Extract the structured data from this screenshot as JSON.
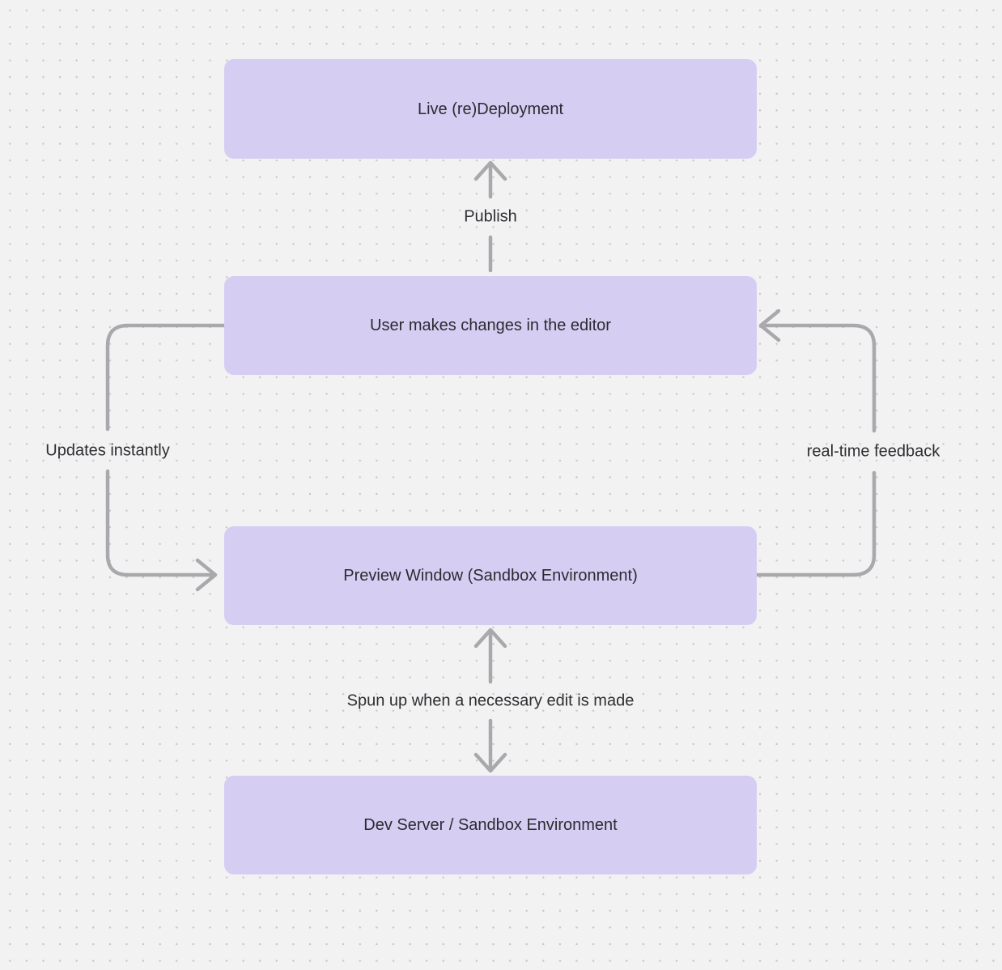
{
  "canvas": {
    "background_color": "#f2f2f3",
    "dot_color": "#c7c7cb",
    "node_fill_color": "#d6cdf2",
    "node_text_color": "#2b2b31",
    "arrow_color": "#a9a9ad"
  },
  "nodes": [
    {
      "id": "live-deployment",
      "label": "Live (re)Deployment"
    },
    {
      "id": "editor",
      "label": "User makes changes in the editor"
    },
    {
      "id": "preview-window",
      "label": "Preview Window (Sandbox Environment)"
    },
    {
      "id": "dev-server",
      "label": "Dev Server / Sandbox Environment"
    }
  ],
  "edges": [
    {
      "id": "publish",
      "from": "editor",
      "to": "live-deployment",
      "label": "Publish",
      "direction": "up"
    },
    {
      "id": "updates-instantly",
      "from": "editor",
      "to": "preview-window",
      "label": "Updates instantly",
      "direction": "left-loop-down"
    },
    {
      "id": "real-time-feedback",
      "from": "preview-window",
      "to": "editor",
      "label": "real-time feedback",
      "direction": "right-loop-up"
    },
    {
      "id": "spun-up",
      "from": "preview-window",
      "to": "dev-server",
      "label": "Spun up when a necessary edit is made",
      "direction": "bidirectional"
    }
  ]
}
